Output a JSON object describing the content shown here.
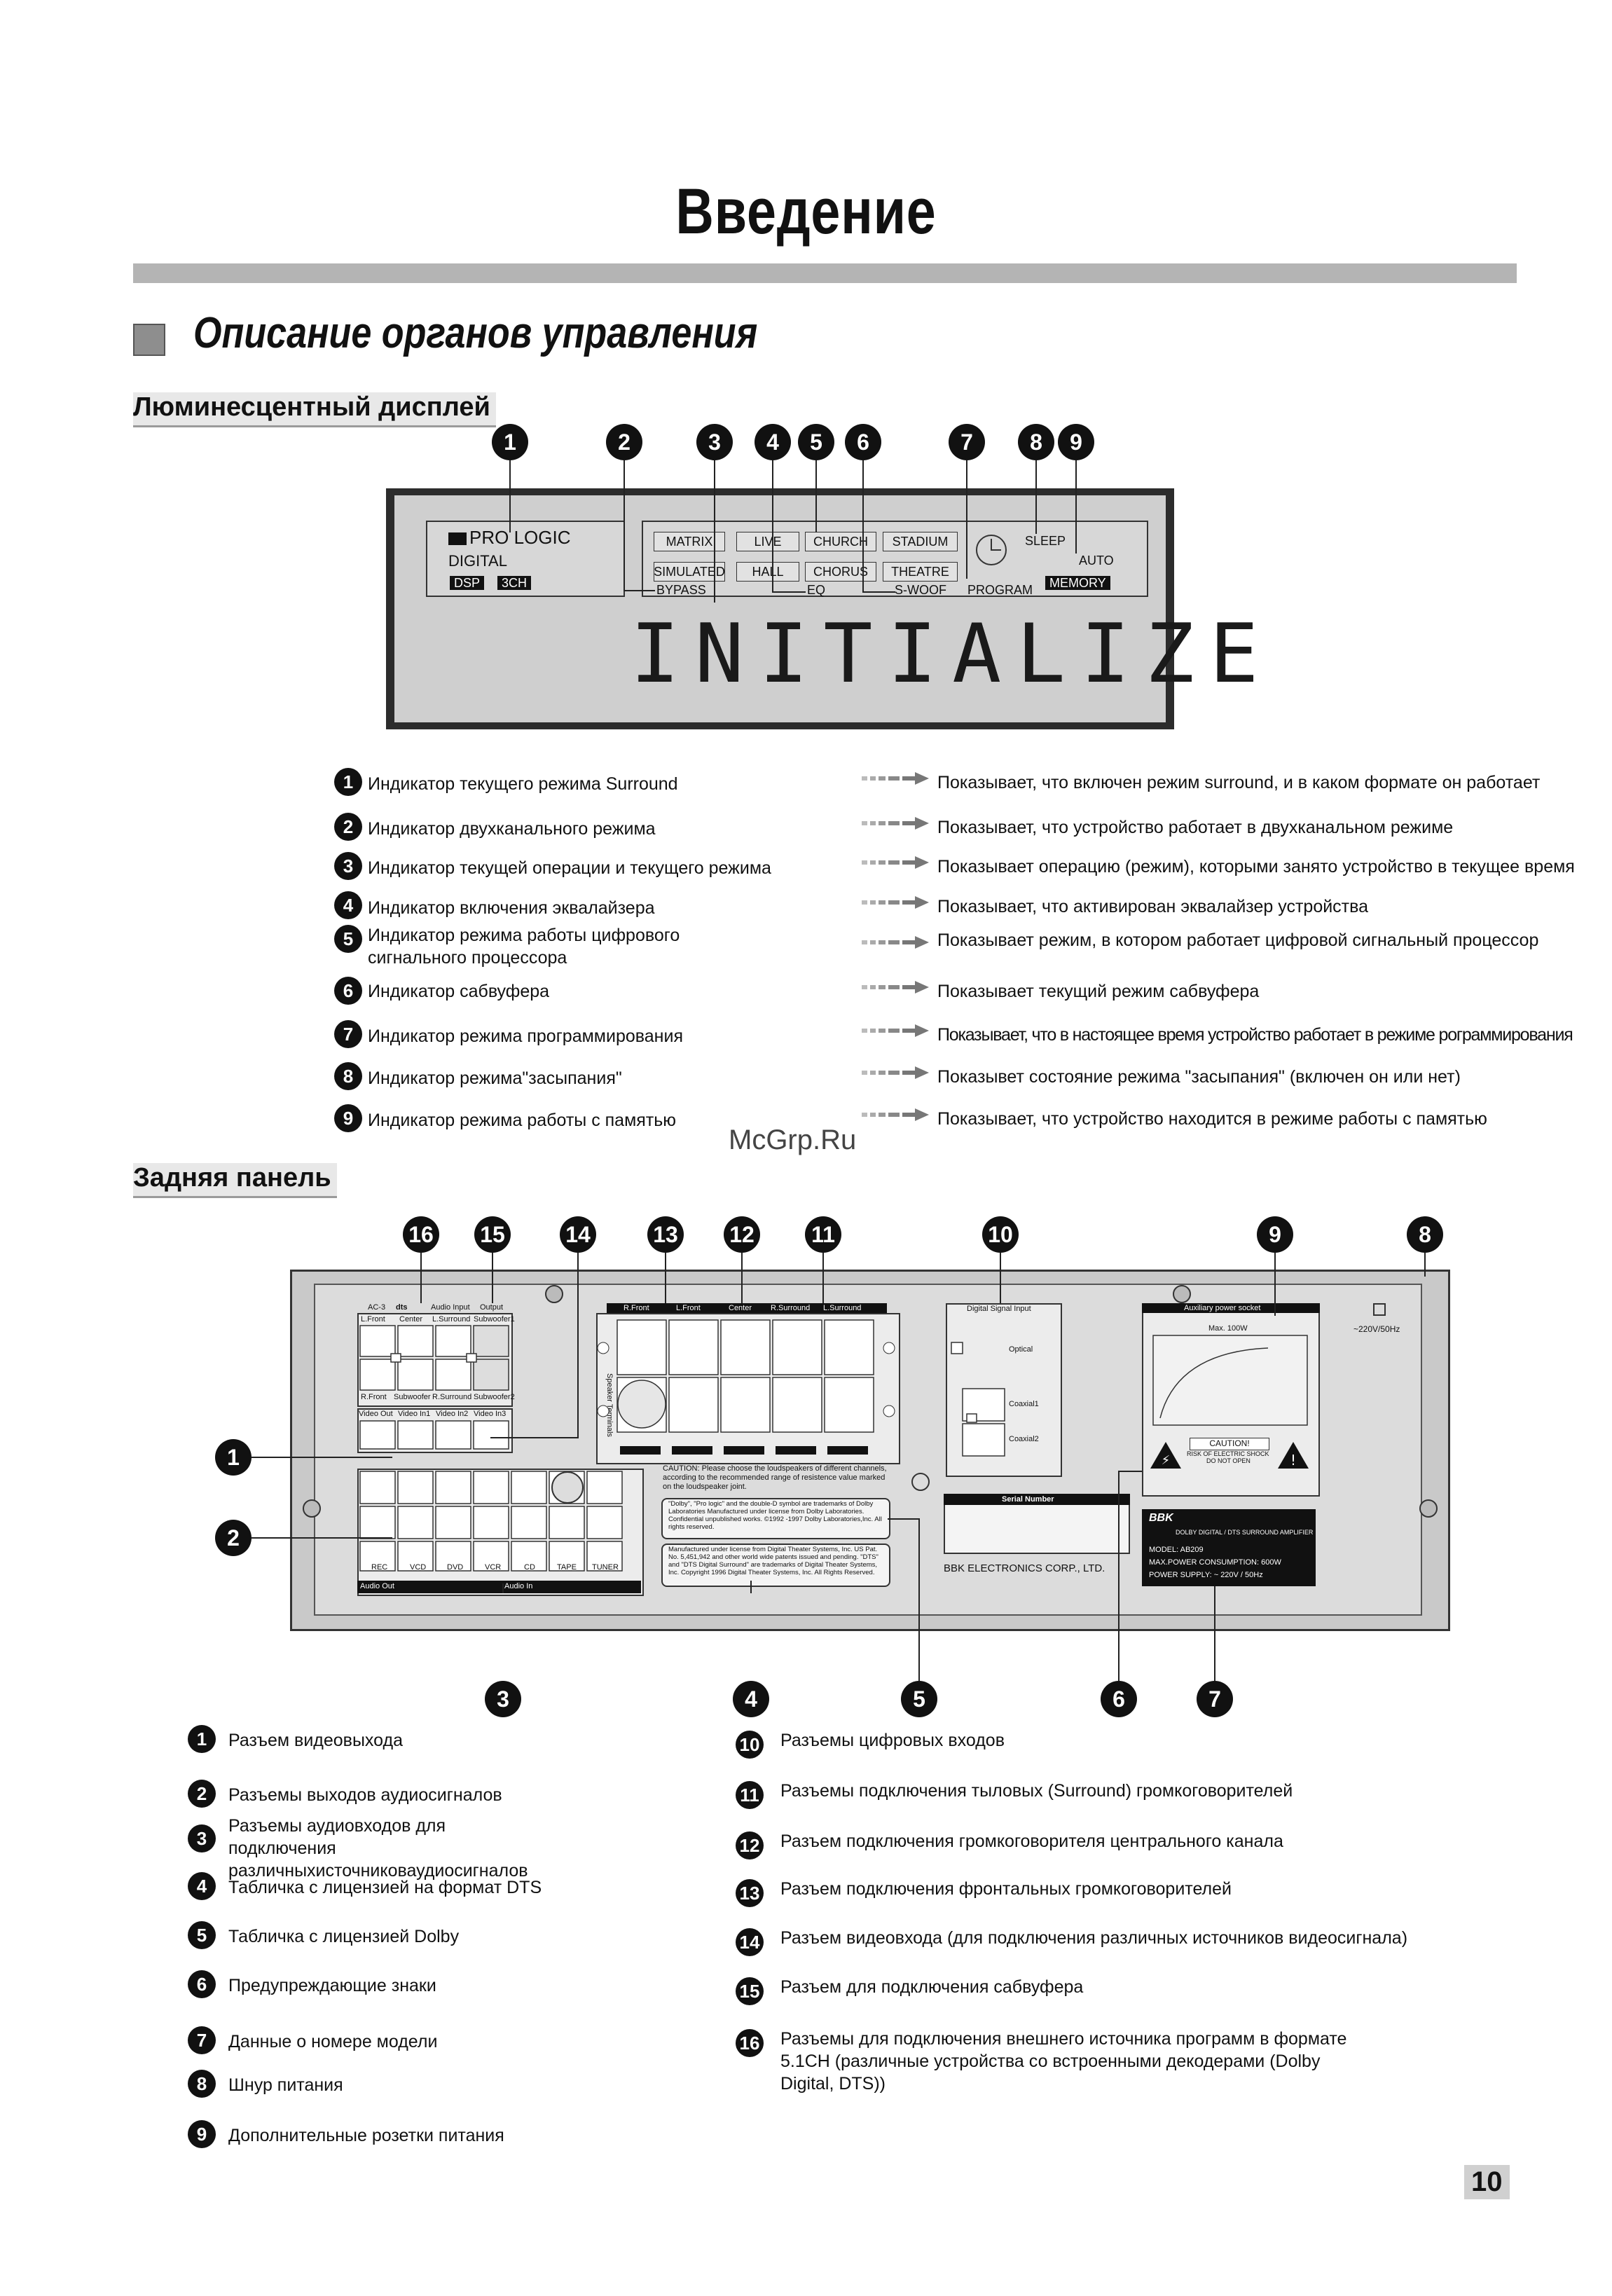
{
  "page": {
    "title": "Введение",
    "section_heading": "Описание органов управления",
    "page_number": "10",
    "watermark": "McGrp.Ru"
  },
  "display_section": {
    "heading": "Люминесцентный дисплей",
    "vfd": {
      "pro_logic": "PRO LOGIC",
      "digital": "DIGITAL",
      "dsp": "DSP",
      "ch": "3CH",
      "buttons_row1": [
        "MATRIX",
        "LIVE",
        "CHURCH",
        "STADIUM"
      ],
      "buttons_row2": [
        "SIMULATED",
        "HALL",
        "CHORUS",
        "THEATRE"
      ],
      "labels": {
        "bypass": "BYPASS",
        "eq": "EQ",
        "swoof": "S-WOOF",
        "program": "PROGRAM",
        "sleep": "SLEEP",
        "auto": "AUTO",
        "memory": "MEMORY"
      },
      "main_text": "INITIALIZE"
    },
    "callouts": [
      "1",
      "2",
      "3",
      "4",
      "5",
      "6",
      "7",
      "8",
      "9"
    ],
    "items": [
      {
        "num": "1",
        "name": "Индикатор текущего режима Surround",
        "desc": "Показывает, что включен режим surround, и в каком формате он работает"
      },
      {
        "num": "2",
        "name": "Индикатор двухканального режима",
        "desc": "Показывает, что устройство работает в двухканальном режиме"
      },
      {
        "num": "3",
        "name": "Индикатор текущей операции и текущего режима",
        "desc": "Показывает операцию (режим), которыми занято устройство в текущее время"
      },
      {
        "num": "4",
        "name": "Индикатор включения эквалайзера",
        "desc": "Показывает, что активирован эквалайзер устройства"
      },
      {
        "num": "5",
        "name": "Индикатор режима работы цифрового сигнального процессора",
        "desc": "Показывает режим, в котором работает цифровой сигнальный процессор"
      },
      {
        "num": "6",
        "name": "Индикатор сабвуфера",
        "desc": "Показывает текущий режим сабвуфера"
      },
      {
        "num": "7",
        "name": "Индикатор режима программирования",
        "desc": "Показывает, что в настоящее время устройство работает в режиме рограммирования"
      },
      {
        "num": "8",
        "name": "Индикатор режима\"засыпания\"",
        "desc": "Показывет состояние режима \"засыпания\" (включен он или нет)"
      },
      {
        "num": "9",
        "name": "Индикатор режима работы с памятью",
        "desc": "Показывает, что устройство находится в режиме работы с памятью"
      }
    ]
  },
  "rear_section": {
    "heading": "Задняя панель",
    "panel": {
      "ac3": "AC-3",
      "dts": "dts",
      "audio_input": "Audio Input",
      "output": "Output",
      "top_channels": [
        "L.Front",
        "Center",
        "L.Surround",
        "Subwoofer1"
      ],
      "bottom_channels": [
        "R.Front",
        "Subwoofer",
        "R.Surround",
        "Subwoofer2"
      ],
      "video_labels": [
        "Video Out",
        "Video In1",
        "Video In2",
        "Video In3"
      ],
      "audio_labels": [
        "REC",
        "VCD",
        "DVD",
        "VCR",
        "CD",
        "TAPE",
        "TUNER"
      ],
      "audio_out": "Audio Out",
      "audio_in": "Audio In",
      "speaker_channels": [
        "R.Front",
        "L.Front",
        "Center",
        "R.Surround",
        "L.Surround"
      ],
      "speaker_terminals": "Speaker Terminals",
      "caution_speakers": "CAUTION:   Please choose the loudspeakers of different channels, according to the   recommended range of resistence value marked on the loudspeaker joint.",
      "dolby_text": "\"Dolby\",   \"Pro logic\" and the double-D symbol are trademarks of Dolby Laboratories Manufactured under license from Dolby Laboratories. Confidential unpublished works. ©1992 -1997 Dolby Laboratories,Inc. All rights reserved.",
      "dts_text": "Manufactured under license from Digital Theater Systems, Inc. US Pat. No. 5,451,942 and other world wide patents issued and pending. \"DTS\" and \"DTS Digital Surround\" are trademarks of Digital Theater Systems, Inc. Copyright 1996 Digital Theater Systems, Inc. All Rights Reserved.",
      "digital_input": "Digital Signal Input",
      "optical": "Optical",
      "coaxial1": "Coaxial1",
      "coaxial2": "Coaxial2",
      "serial_number": "Serial Number",
      "manufacturer": "BBK ELECTRONICS CORP., LTD.",
      "aux_socket": "Auxiliary power socket",
      "max_power": "Max. 100W",
      "caution": "CAUTION!",
      "risk": "RISK OF ELECTRIC SHOCK",
      "do_not_open": "DO NOT OPEN",
      "voltage": "~220V/50Hz",
      "brand": "BBK",
      "model_desc": "DOLBY DIGITAL / DTS SURROUND AMPLIFIER",
      "model": "MODEL: AB209",
      "max_consumption": "MAX.POWER CONSUMPTION: 600W",
      "power_supply": "POWER SUPPLY: ~ 220V / 50Hz"
    },
    "callouts_top": [
      "16",
      "15",
      "14",
      "13",
      "12",
      "11",
      "10",
      "9",
      "8"
    ],
    "callouts_left": [
      "1",
      "2"
    ],
    "callouts_bottom": [
      "3",
      "4",
      "5",
      "6",
      "7"
    ],
    "items_left": [
      {
        "num": "1",
        "text": "Разъем видеовыхода"
      },
      {
        "num": "2",
        "text": "Разъемы выходов аудиосигналов"
      },
      {
        "num": "3",
        "text": "Разъемы аудиовходов для подключения различныхисточниковаудиосигналов"
      },
      {
        "num": "4",
        "text": "Табличка с лицензией на формат DTS"
      },
      {
        "num": "5",
        "text": "Табличка с лицензией Dolby"
      },
      {
        "num": "6",
        "text": "Предупреждающие знаки"
      },
      {
        "num": "7",
        "text": "Данные о номере модели"
      },
      {
        "num": "8",
        "text": "Шнур питания"
      },
      {
        "num": "9",
        "text": "Дополнительные розетки питания"
      }
    ],
    "items_right": [
      {
        "num": "10",
        "text": "Разъемы цифровых входов"
      },
      {
        "num": "11",
        "text": "Разъемы подключения тыловых (Surround) громкоговорителей"
      },
      {
        "num": "12",
        "text": "Разъем подключения громкоговорителя центрального канала"
      },
      {
        "num": "13",
        "text": "Разъем подключения фронтальных громкоговорителей"
      },
      {
        "num": "14",
        "text": "Разъем видеовхода (для подключения различных источников видеосигнала)"
      },
      {
        "num": "15",
        "text": "Разъем для подключения сабвуфера"
      },
      {
        "num": "16",
        "text": "Разъемы для подключения внешнего источника программ в формате 5.1CH (различные устройства со встроенными декодерами (Dolby Digital, DTS))"
      }
    ]
  }
}
